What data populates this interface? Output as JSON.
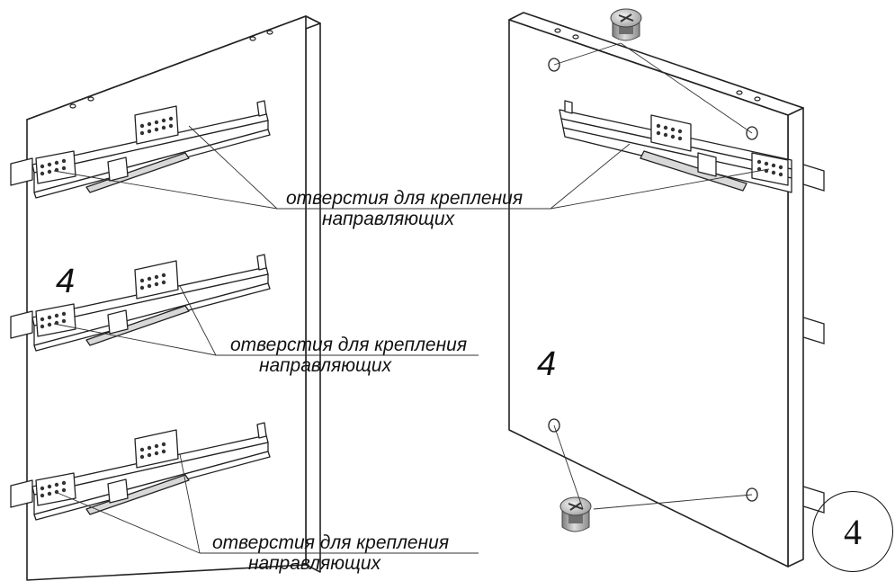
{
  "callouts": [
    {
      "line1": "отверстия для крепления",
      "line2": "направляющих"
    },
    {
      "line1": "отверстия для крепления",
      "line2": "направляющих"
    },
    {
      "line1": "отверстия для крепления",
      "line2": "направляющих"
    }
  ],
  "panels": {
    "left_label": "4",
    "right_label": "4"
  },
  "step_number": "4"
}
